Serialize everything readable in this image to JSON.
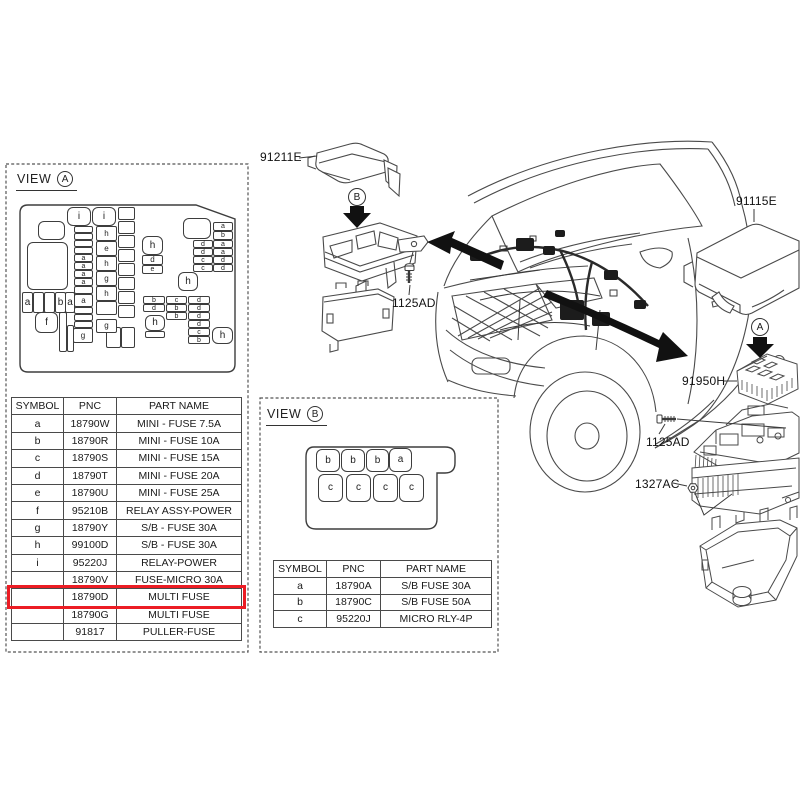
{
  "colors": {
    "highlight_box": "#ec1c24",
    "line": "#474747"
  },
  "view_a": {
    "label": "VIEW",
    "badge": "A",
    "table": {
      "headers": [
        "SYMBOL",
        "PNC",
        "PART NAME"
      ],
      "rows": [
        [
          "a",
          "18790W",
          "MINI - FUSE 7.5A"
        ],
        [
          "b",
          "18790R",
          "MINI - FUSE 10A"
        ],
        [
          "c",
          "18790S",
          "MINI - FUSE 15A"
        ],
        [
          "d",
          "18790T",
          "MINI - FUSE 20A"
        ],
        [
          "e",
          "18790U",
          "MINI - FUSE 25A"
        ],
        [
          "f",
          "95210B",
          "RELAY ASSY-POWER"
        ],
        [
          "g",
          "18790Y",
          "S/B - FUSE 30A"
        ],
        [
          "h",
          "99100D",
          "S/B - FUSE 30A"
        ],
        [
          "i",
          "95220J",
          "RELAY-POWER"
        ],
        [
          "",
          "18790V",
          "FUSE-MICRO 30A"
        ],
        [
          "",
          "18790D",
          "MULTI FUSE"
        ],
        [
          "",
          "18790G",
          "MULTI FUSE"
        ],
        [
          "",
          "91817",
          "PULLER-FUSE"
        ]
      ],
      "highlight_row": 10
    },
    "fusebox_cells": [
      [
        67,
        207,
        24,
        19,
        "i",
        1
      ],
      [
        92,
        207,
        24,
        19,
        "i",
        1
      ],
      [
        118,
        207,
        17,
        13,
        "",
        0
      ],
      [
        118,
        221,
        17,
        13,
        "",
        0
      ],
      [
        118,
        235,
        17,
        13,
        "",
        0
      ],
      [
        118,
        249,
        17,
        13,
        "",
        0
      ],
      [
        118,
        263,
        17,
        13,
        "",
        0
      ],
      [
        118,
        277,
        17,
        13,
        "",
        0
      ],
      [
        118,
        291,
        17,
        13,
        "",
        0
      ],
      [
        118,
        305,
        17,
        13,
        "",
        0
      ],
      [
        106,
        327,
        15,
        21,
        "",
        0
      ],
      [
        121,
        327,
        14,
        21,
        "",
        0
      ],
      [
        38,
        221,
        27,
        19,
        "",
        1
      ],
      [
        27,
        242,
        41,
        48,
        "",
        1
      ],
      [
        74,
        226,
        19,
        7,
        "",
        0
      ],
      [
        74,
        233,
        19,
        7,
        "",
        0
      ],
      [
        74,
        240,
        19,
        7,
        "",
        0
      ],
      [
        74,
        247,
        19,
        7,
        "",
        0
      ],
      [
        74,
        254,
        19,
        8,
        "a",
        0
      ],
      [
        74,
        262,
        19,
        8,
        "a",
        0
      ],
      [
        74,
        270,
        19,
        8,
        "a",
        0
      ],
      [
        74,
        278,
        19,
        8,
        "a",
        0
      ],
      [
        74,
        286,
        19,
        8,
        "",
        0
      ],
      [
        74,
        294,
        19,
        13,
        "a",
        0
      ],
      [
        74,
        307,
        19,
        7,
        "",
        0
      ],
      [
        74,
        314,
        19,
        7,
        "",
        0
      ],
      [
        74,
        321,
        19,
        7,
        "",
        0
      ],
      [
        73,
        328,
        20,
        15,
        "g",
        0
      ],
      [
        96,
        226,
        21,
        15,
        "h",
        0
      ],
      [
        96,
        241,
        21,
        15,
        "e",
        0
      ],
      [
        96,
        256,
        21,
        15,
        "h",
        0
      ],
      [
        96,
        271,
        21,
        15,
        "g",
        0
      ],
      [
        96,
        286,
        21,
        15,
        "h",
        0
      ],
      [
        96,
        301,
        21,
        14,
        "",
        0
      ],
      [
        96,
        319,
        21,
        14,
        "g",
        0
      ],
      [
        142,
        236,
        21,
        19,
        "h",
        1
      ],
      [
        142,
        255,
        21,
        10,
        "d",
        0
      ],
      [
        142,
        265,
        21,
        9,
        "e",
        0
      ],
      [
        183,
        218,
        28,
        21,
        "",
        1
      ],
      [
        213,
        222,
        20,
        9,
        "a",
        0
      ],
      [
        213,
        231,
        20,
        9,
        "b",
        0
      ],
      [
        193,
        240,
        20,
        8,
        "d",
        0
      ],
      [
        213,
        240,
        20,
        8,
        "a",
        0
      ],
      [
        193,
        248,
        20,
        8,
        "d",
        0
      ],
      [
        213,
        248,
        20,
        8,
        "a",
        0
      ],
      [
        193,
        256,
        20,
        8,
        "c",
        0
      ],
      [
        213,
        256,
        20,
        8,
        "d",
        0
      ],
      [
        193,
        264,
        20,
        8,
        "c",
        0
      ],
      [
        213,
        264,
        20,
        8,
        "d",
        0
      ],
      [
        178,
        272,
        20,
        19,
        "h",
        1
      ],
      [
        143,
        296,
        22,
        8,
        "b",
        0
      ],
      [
        166,
        296,
        21,
        8,
        "c",
        0
      ],
      [
        188,
        296,
        22,
        8,
        "d",
        0
      ],
      [
        143,
        304,
        22,
        8,
        "d",
        0
      ],
      [
        166,
        304,
        21,
        8,
        "b",
        0
      ],
      [
        188,
        304,
        22,
        8,
        "d",
        0
      ],
      [
        166,
        312,
        21,
        8,
        "b",
        0
      ],
      [
        188,
        312,
        22,
        8,
        "d",
        0
      ],
      [
        188,
        320,
        22,
        8,
        "d",
        0
      ],
      [
        188,
        328,
        22,
        8,
        "c",
        0
      ],
      [
        188,
        336,
        22,
        8,
        "b",
        0
      ],
      [
        145,
        315,
        20,
        16,
        "h",
        1
      ],
      [
        145,
        331,
        20,
        7,
        "",
        0
      ],
      [
        212,
        327,
        21,
        17,
        "h",
        1
      ],
      [
        22,
        292,
        11,
        21,
        "a",
        0
      ],
      [
        33,
        292,
        11,
        21,
        "",
        0
      ],
      [
        44,
        292,
        11,
        21,
        "",
        0
      ],
      [
        55,
        292,
        11,
        21,
        "b",
        0
      ],
      [
        65,
        292,
        10,
        21,
        "a",
        0
      ],
      [
        35,
        312,
        23,
        21,
        "f",
        1
      ],
      [
        59,
        312,
        8,
        40,
        "",
        0
      ],
      [
        67,
        325,
        7,
        27,
        "",
        0
      ]
    ]
  },
  "view_b": {
    "label": "VIEW",
    "badge": "B",
    "table": {
      "headers": [
        "SYMBOL",
        "PNC",
        "PART NAME"
      ],
      "rows": [
        [
          "a",
          "18790A",
          "S/B FUSE 30A"
        ],
        [
          "b",
          "18790C",
          "S/B FUSE 50A"
        ],
        [
          "c",
          "95220J",
          "MICRO RLY-4P"
        ]
      ],
      "highlight_row": -1
    },
    "fusebox_cells": [
      [
        316,
        449,
        24,
        23,
        "b",
        1
      ],
      [
        341,
        449,
        24,
        23,
        "b",
        1
      ],
      [
        366,
        449,
        23,
        23,
        "b",
        1
      ],
      [
        389,
        448,
        23,
        24,
        "a",
        1
      ],
      [
        318,
        474,
        25,
        28,
        "c",
        1
      ],
      [
        346,
        474,
        25,
        28,
        "c",
        1
      ],
      [
        373,
        474,
        25,
        28,
        "c",
        1
      ],
      [
        399,
        474,
        25,
        28,
        "c",
        1
      ]
    ]
  },
  "callouts": {
    "cover_b": "91211E",
    "bolt_left": "1125AD",
    "cover_a": "91115E",
    "box_a": "91950H",
    "bolt_right": "1125AD",
    "nut": "1327AC",
    "badge_a": "A",
    "badge_b": "B"
  }
}
